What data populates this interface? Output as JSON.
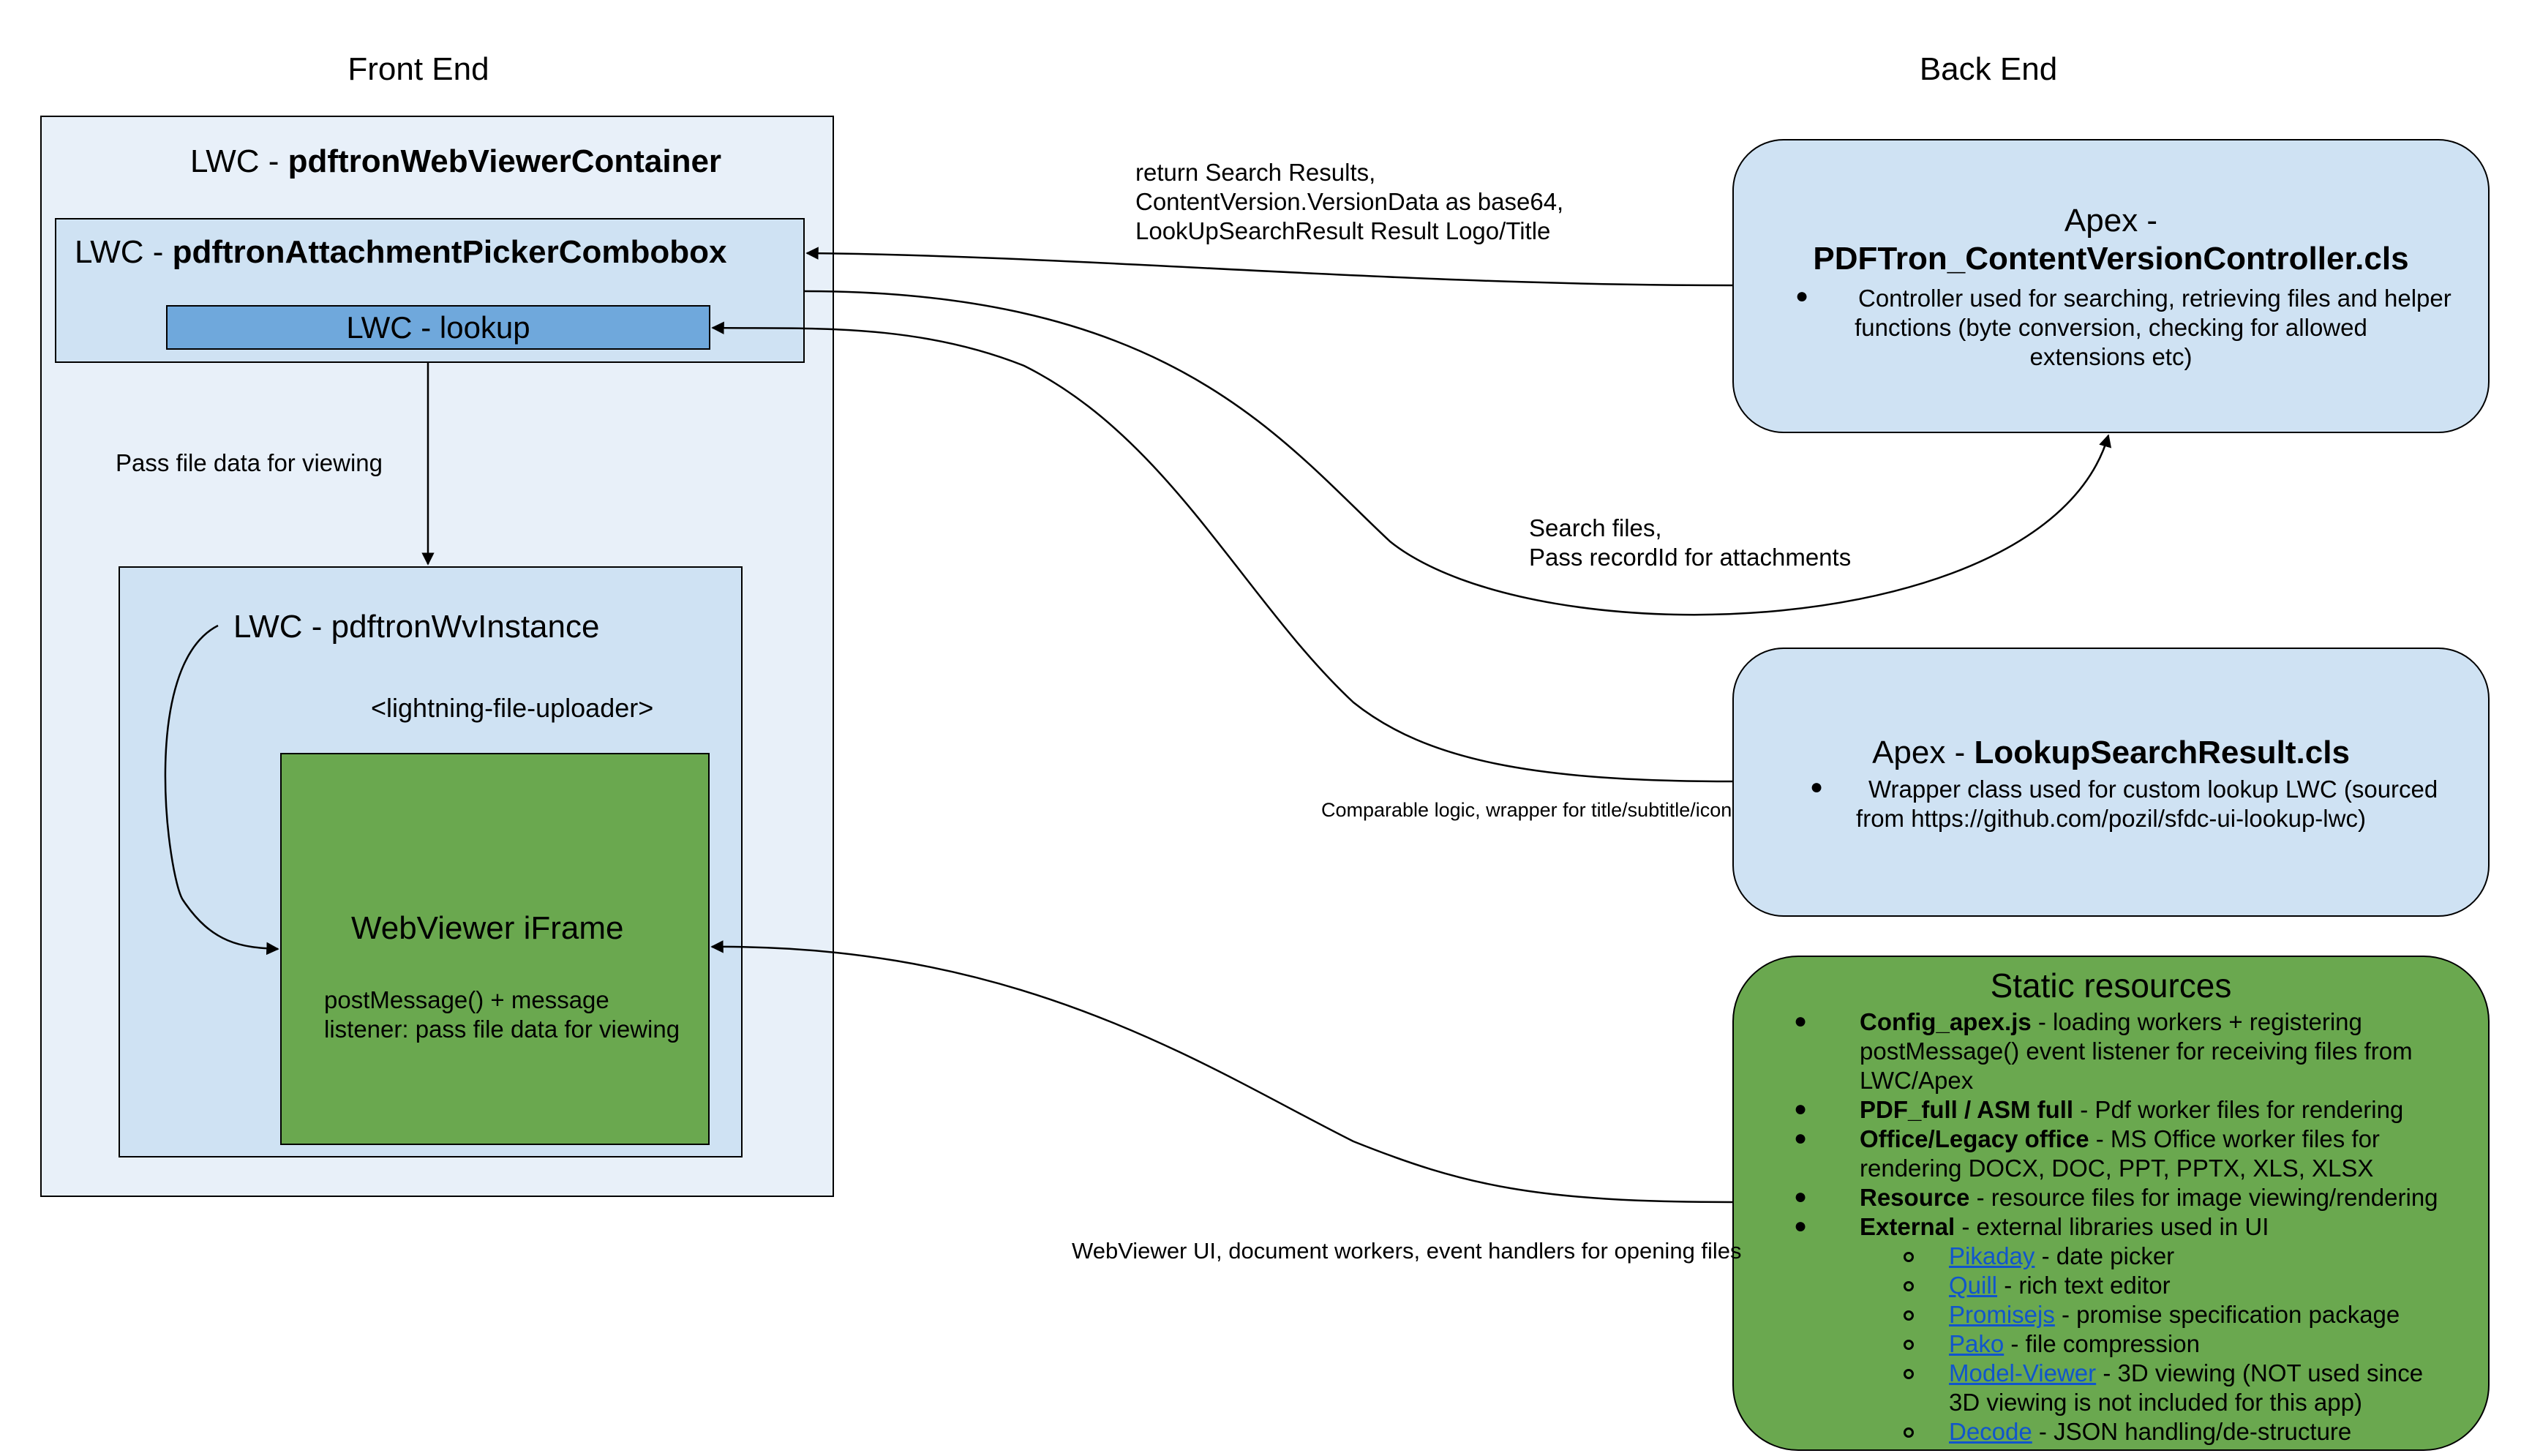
{
  "columns": {
    "front_end": "Front End",
    "back_end": "Back End"
  },
  "front_end": {
    "container": {
      "prefix": "LWC - ",
      "name": "pdftronWebViewerContainer"
    },
    "picker": {
      "prefix": "LWC - ",
      "name": "pdftronAttachmentPickerCombobox"
    },
    "lookup": "LWC - lookup",
    "pass_file_label": "Pass file data for viewing",
    "instance": "LWC - pdftronWvInstance",
    "uploader": "<lightning-file-uploader>",
    "iframe": {
      "title": "WebViewer iFrame",
      "line1": "postMessage() + message",
      "line2": "listener: pass file data for viewing"
    }
  },
  "back_end": {
    "apex_controller": {
      "line1": "Apex -",
      "name": "PDFTron_ContentVersionController.cls",
      "bullet_line1": "Controller used for searching, retrieving files and helper",
      "bullet_line2": "functions (byte conversion, checking for allowed",
      "bullet_line3": "extensions etc)"
    },
    "apex_lookup": {
      "prefix": "Apex - ",
      "name": "LookupSearchResult.cls",
      "bullet_line1": "Wrapper class used for custom lookup LWC (sourced",
      "bullet_line2": "from https://github.com/pozil/sfdc-ui-lookup-lwc)"
    },
    "static_resources": {
      "title": "Static resources",
      "items": [
        {
          "bold": "Config_apex.js",
          "text": " - loading workers + registering"
        },
        {
          "bold": "",
          "text": "postMessage() event listener for receiving files from"
        },
        {
          "bold": "",
          "text": "LWC/Apex"
        },
        {
          "bold": "PDF_full / ASM full",
          "text": " - Pdf worker files for rendering"
        },
        {
          "bold": "Office/Legacy office",
          "text": " - MS Office worker files for"
        },
        {
          "bold": "",
          "text": "rendering DOCX, DOC, PPT, PPTX, XLS, XLSX"
        },
        {
          "bold": "Resource",
          "text": " - resource files for image viewing/rendering"
        },
        {
          "bold": "External",
          "text": " - external libraries used in UI"
        }
      ],
      "sub_items": [
        {
          "link": "Pikaday",
          "text": " - date picker"
        },
        {
          "link": "Quill",
          "text": " - rich text editor"
        },
        {
          "link": "Promisejs",
          "text": " - promise specification package"
        },
        {
          "link": "Pako",
          "text": " - file compression"
        },
        {
          "link": "Model-Viewer",
          "text": " - 3D viewing (NOT used since"
        },
        {
          "link": "",
          "text": "3D viewing is not included for this app)"
        },
        {
          "link": "Decode",
          "text": " - JSON handling/de-structure"
        }
      ]
    }
  },
  "connectors": {
    "return_results": {
      "line1": "return Search Results,",
      "line2": "ContentVersion.VersionData as base64,",
      "line3": "LookUpSearchResult Result Logo/Title"
    },
    "search_files": {
      "line1": "Search files,",
      "line2": "Pass recordId for attachments"
    },
    "comparable": "Comparable logic, wrapper for title/subtitle/icon",
    "webviewer_ui": "WebViewer UI, document workers, event handlers for opening files"
  }
}
